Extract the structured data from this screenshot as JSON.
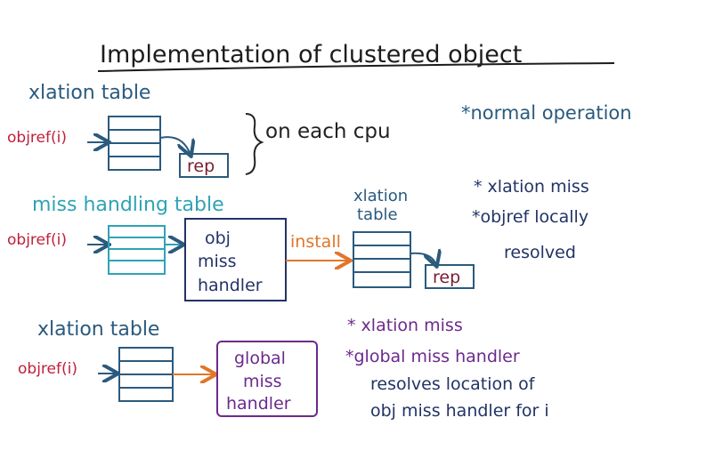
{
  "title": "Implementation of clustered object",
  "section1": {
    "table_label": "xlation table",
    "objref": "objref(i)",
    "rep": "rep",
    "scope": "on each cpu",
    "note": "*normal operation"
  },
  "section2": {
    "table_label": "miss handling table",
    "objref": "objref(i)",
    "handler_lines": [
      "obj",
      "miss",
      "handler"
    ],
    "install": "install",
    "xlation_label_lines": [
      "xlation",
      "table"
    ],
    "rep": "rep",
    "notes": [
      "* xlation miss",
      "*objref locally",
      "resolved"
    ]
  },
  "section3": {
    "table_label": "xlation table",
    "objref": "objref(i)",
    "handler_lines": [
      "global",
      "miss",
      "handler"
    ],
    "notes": [
      "* xlation miss",
      "*global miss handler",
      "resolves location of",
      "obj miss handler for i"
    ]
  },
  "colors": {
    "blue": "#2a5a7e",
    "teal": "#2fa3b4",
    "red": "#c0203a",
    "maroon": "#7a1d2e",
    "navy": "#223366",
    "purple": "#6b2a8c",
    "orange": "#e0762a"
  }
}
